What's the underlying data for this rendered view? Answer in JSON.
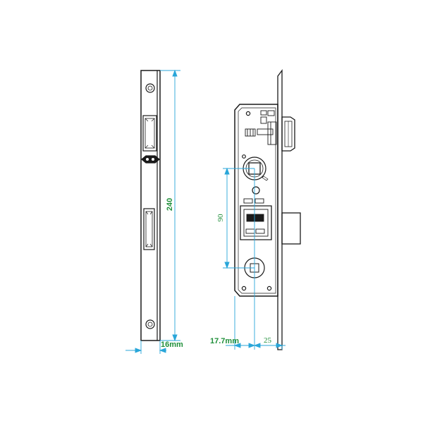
{
  "diagram": {
    "colors": {
      "outline": "#1a1a1a",
      "dimension_line": "#29a6d9",
      "dimension_text": "#1f8f3a",
      "background": "#ffffff"
    },
    "dimensions": {
      "faceplate_height": "240",
      "faceplate_width": "16mm",
      "handle_to_key_distance": "90",
      "backset": "17.7mm",
      "case_depth_offset": "25"
    }
  }
}
